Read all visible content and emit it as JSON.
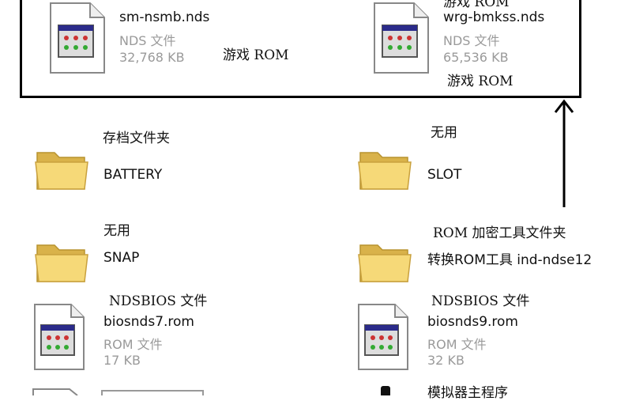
{
  "rom_box": {
    "items": [
      {
        "icon": "nds-file-icon",
        "name": "sm-nsmb.nds",
        "type": "NDS 文件",
        "size": "32,768 KB",
        "note": "游戏 ROM"
      },
      {
        "icon": "nds-file-icon",
        "top_note": "游戏 ROM",
        "name": "wrg-bmkss.nds",
        "type": "NDS 文件",
        "size": "65,536 KB",
        "note": "游戏 ROM"
      }
    ]
  },
  "items": [
    {
      "icon": "folder-icon",
      "caption": "存档文件夹",
      "name": "BATTERY"
    },
    {
      "icon": "folder-icon",
      "caption": "无用",
      "name": "SLOT"
    },
    {
      "icon": "folder-icon",
      "caption": "无用",
      "name": "SNAP"
    },
    {
      "icon": "folder-icon",
      "caption": "ROM 加密工具文件夹",
      "name": "转换ROM工具 ind-ndse12"
    },
    {
      "icon": "rom-file-icon",
      "caption": "NDSBIOS 文件",
      "name": "biosnds7.rom",
      "type": "ROM 文件",
      "size": "17 KB"
    },
    {
      "icon": "rom-file-icon",
      "caption": "NDSBIOS 文件",
      "name": "biosnds9.rom",
      "type": "ROM 文件",
      "size": "32 KB"
    },
    {
      "icon": "emulator-exe-icon",
      "caption": "模拟器主程序"
    }
  ],
  "colors": {
    "folder": "#f6d978",
    "folder_dark": "#d9b24a",
    "line": "#000000",
    "secondary_text": "#9a9a9a"
  }
}
